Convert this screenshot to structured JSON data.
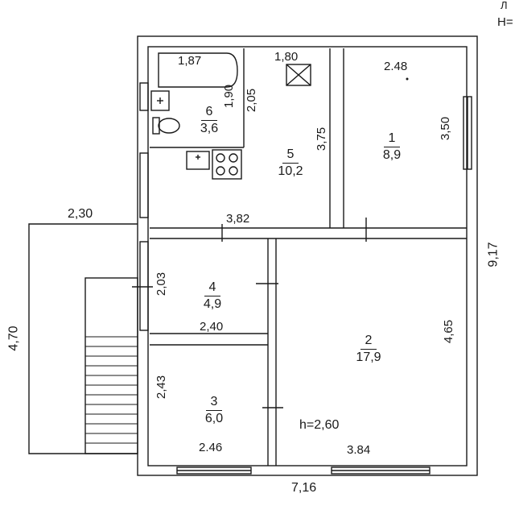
{
  "corner_note": {
    "line1": "Л",
    "line2": "H="
  },
  "rooms": [
    {
      "id": "1",
      "area": "8,9"
    },
    {
      "id": "2",
      "area": "17,9"
    },
    {
      "id": "3",
      "area": "6,0"
    },
    {
      "id": "4",
      "area": "4,9"
    },
    {
      "id": "5",
      "area": "10,2"
    },
    {
      "id": "6",
      "area": "3,6"
    }
  ],
  "dimensions": {
    "bath_width": "1,87",
    "bath_height": "1,90",
    "room5_top": "1,80",
    "room5_left": "2,05",
    "room5_right": "3,75",
    "room5_bottom": "3,82",
    "room1_top": "2.48",
    "room1_right": "3,50",
    "room4_left": "2,03",
    "room4_bottom": "2,40",
    "room3_left": "2,43",
    "room3_bottom": "2.46",
    "room2_right": "4,65",
    "room2_bottom": "3.84",
    "overall_width": "7,16",
    "overall_height": "9,17",
    "porch_width": "2,30",
    "porch_height": "4,70"
  },
  "ceiling_height": "h=2,60",
  "colors": {
    "ink": "#1a1a1a",
    "paper": "#ffffff"
  }
}
